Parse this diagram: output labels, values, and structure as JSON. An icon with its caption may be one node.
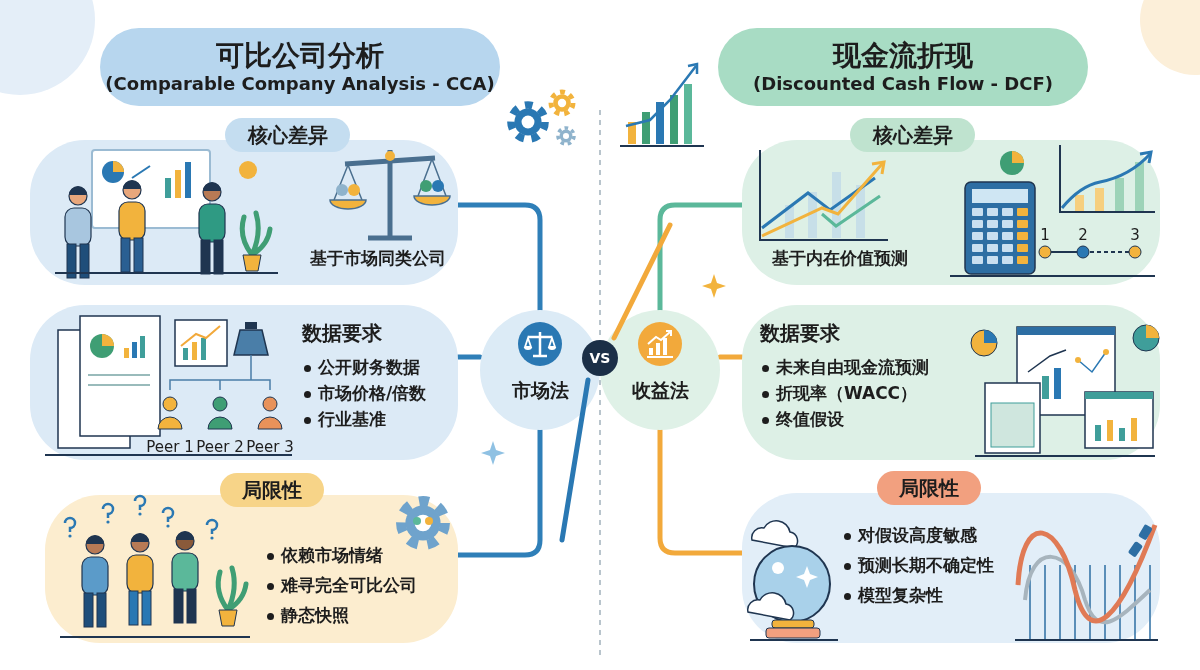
{
  "diagram": {
    "nodes": [
      {
        "text": [
          "可比公司分析",
          "(Comparable Company Analysis - CCA)"
        ]
      },
      {
        "text": [
          "现金流折现",
          "(Discounted Cash Flow - DCF)"
        ]
      },
      {
        "text": [
          "核心差异",
          "基于市场同类公司"
        ]
      },
      {
        "text": [
          "数据要求",
          "公开财务数据",
          "市场价格/倍数",
          "行业基准"
        ]
      },
      {
        "text": [
          "局限性",
          "依赖市场情绪",
          "难寻完全可比公司",
          "静态快照"
        ]
      },
      {
        "text": [
          "核心差异",
          "基于内在价值预测"
        ]
      },
      {
        "text": [
          "数据要求",
          "未来自由现金流预测",
          "折现率（WACC）",
          "终值假设"
        ]
      },
      {
        "text": [
          "局限性",
          "对假设高度敏感",
          "预测长期不确定性",
          "模型复杂性"
        ]
      },
      {
        "text": [
          "市场法"
        ]
      },
      {
        "text": [
          "收益法"
        ]
      },
      {
        "text": [
          "VS"
        ]
      }
    ],
    "edges": [
      {
        "from": 8,
        "to": 2,
        "arrow": "none",
        "color": "#2f7fb8"
      },
      {
        "from": 8,
        "to": 3,
        "arrow": "none",
        "color": "#2f7fb8"
      },
      {
        "from": 8,
        "to": 4,
        "arrow": "none",
        "color": "#2f7fb8"
      },
      {
        "from": 9,
        "to": 5,
        "arrow": "none",
        "color": "#5bb89a"
      },
      {
        "from": 9,
        "to": 6,
        "arrow": "none",
        "color": "#f2a93b"
      },
      {
        "from": 9,
        "to": 7,
        "arrow": "none",
        "color": "#f2a93b"
      }
    ],
    "labels": [
      "1",
      "2",
      "3",
      "Peer 1",
      "Peer 2",
      "Peer 3"
    ]
  }
}
